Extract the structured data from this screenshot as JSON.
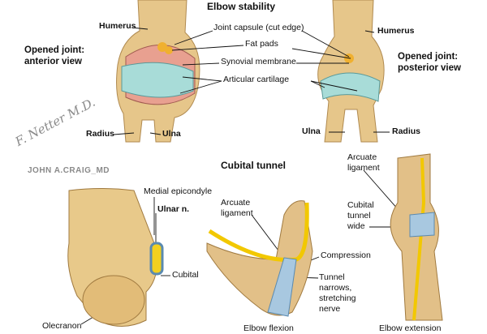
{
  "title": "Elbow stability",
  "anterior": {
    "heading_line1": "Opened joint:",
    "heading_line2": "anterior view",
    "humerus": "Humerus",
    "radius": "Radius",
    "ulna": "Ulna"
  },
  "center_labels": {
    "joint_capsule": "Joint capsule (cut edge)",
    "fat_pads": "Fat pads",
    "synovial": "Synovial membrane",
    "cartilage": "Articular cartilage"
  },
  "posterior": {
    "heading_line1": "Opened joint:",
    "heading_line2": "posterior view",
    "humerus": "Humerus",
    "radius": "Radius",
    "ulna": "Ulna"
  },
  "signature": {
    "artist": "F. Netter M.D.",
    "coartist": "JOHN A.CRAIG_MD"
  },
  "cubital": {
    "title": "Cubital tunnel",
    "medial_epicondyle": "Medial epicondyle",
    "ulnar_nerve": "Ulnar n.",
    "cubital": "Cubital",
    "olecranon": "Olecranon"
  },
  "flexion": {
    "arcuate_1": "Arcuate",
    "arcuate_2": "ligament",
    "compression": "Compression",
    "tunnel_1": "Tunnel",
    "tunnel_2": "narrows,",
    "tunnel_3": "stretching",
    "tunnel_4": "nerve",
    "caption": "Elbow flexion"
  },
  "extension": {
    "arcuate_1": "Arcuate",
    "arcuate_2": "ligament",
    "wide_1": "Cubital",
    "wide_2": "tunnel",
    "wide_3": "wide",
    "caption": "Elbow extension"
  }
}
